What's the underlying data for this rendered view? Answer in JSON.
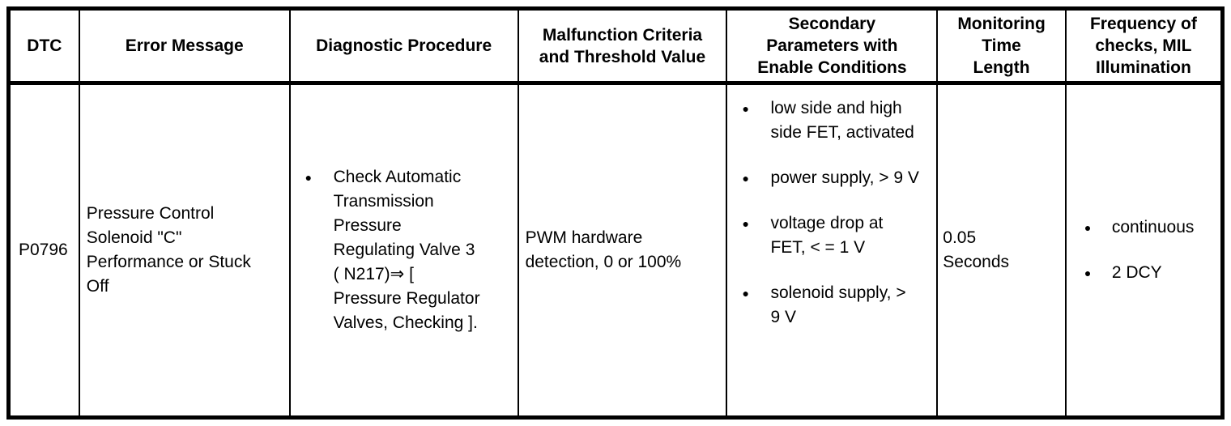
{
  "colors": {
    "border": "#000000",
    "text": "#000000",
    "background": "#ffffff"
  },
  "icons": {
    "bullet_glyph": "●"
  },
  "table": {
    "headers": [
      "DTC",
      "Error Message",
      "Diagnostic Procedure",
      "Malfunction Criteria and Threshold Value",
      "Secondary Parameters with Enable Conditions",
      "Monitoring Time Length",
      "Frequency of checks, MIL Illumination"
    ],
    "row": {
      "dtc": "P0796",
      "error_message": "Pressure Control Solenoid \"C\" Performance or Stuck Off",
      "diagnostic_procedure": [
        "Check Automatic Transmission Pressure Regulating Valve 3 ( N217)⇒ [ Pressure Regulator Valves, Checking ]."
      ],
      "malfunction_criteria": "PWM hardware detection, 0 or 100%",
      "secondary_parameters": [
        "low side and high side FET, activated",
        "power supply, > 9 V",
        "voltage drop at FET, < = 1 V",
        "solenoid supply, > 9 V"
      ],
      "monitoring_time": "0.05 Seconds",
      "frequency": [
        "continuous",
        "2 DCY"
      ]
    }
  }
}
